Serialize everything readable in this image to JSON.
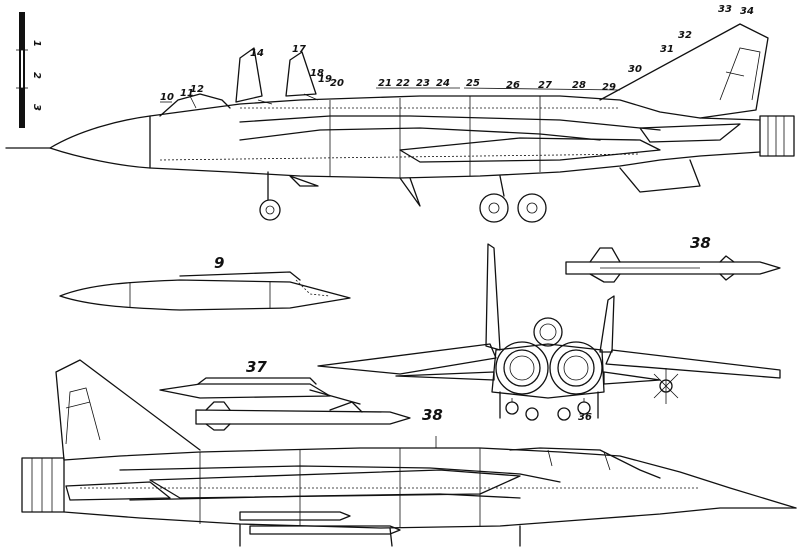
{
  "callouts": {
    "scale": [
      "1",
      "2",
      "3"
    ],
    "side_top": [
      "10",
      "11",
      "12",
      "14",
      "17",
      "18",
      "19",
      "20",
      "21",
      "22",
      "23",
      "24",
      "25",
      "26",
      "27",
      "28",
      "29",
      "30",
      "31",
      "32",
      "33",
      "34"
    ],
    "tank": "9",
    "missile_top_right": "38",
    "front_label": "36",
    "pylon_label": "37",
    "lower_label": "38"
  },
  "colors": {
    "ink": "#111111",
    "paper": "#ffffff"
  }
}
